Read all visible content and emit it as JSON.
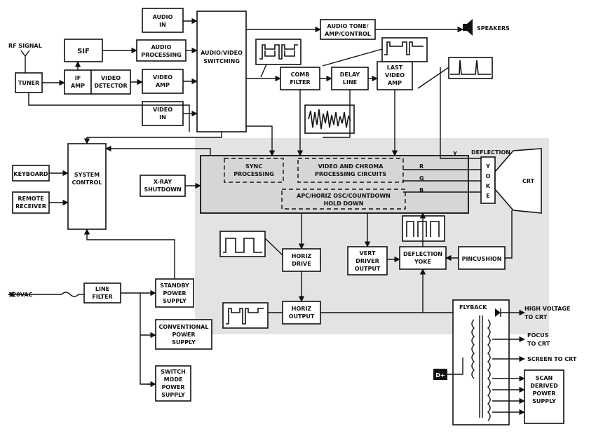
{
  "rf_signal": "RF SIGNAL",
  "blocks": {
    "tuner": "TUNER",
    "sif": "SIF",
    "if_amp": [
      "IF",
      "AMP"
    ],
    "video_detector": [
      "VIDEO",
      "DETECTOR"
    ],
    "audio_in": [
      "AUDIO",
      "IN"
    ],
    "audio_processing": [
      "AUDIO",
      "PROCESSING"
    ],
    "video_amp": [
      "VIDEO",
      "AMP"
    ],
    "video_in": [
      "VIDEO",
      "IN"
    ],
    "av_switching": [
      "AUDIO/VIDEO",
      "SWITCHING"
    ],
    "audio_tone": [
      "AUDIO TONE/",
      "AMP/CONTROL"
    ],
    "speakers": "SPEAKERS",
    "comb_filter": [
      "COMB",
      "FILTER"
    ],
    "delay_line": [
      "DELAY",
      "LINE"
    ],
    "last_video_amp": [
      "LAST",
      "VIDEO",
      "AMP"
    ],
    "system_control": [
      "SYSTEM",
      "CONTROL"
    ],
    "keyboard": "KEYBOARD",
    "remote_receiver": [
      "REMOTE",
      "RECEIVER"
    ],
    "xray_shutdown": [
      "X-RAY",
      "SHUTDOWN"
    ],
    "sync_processing": [
      "SYNC",
      "PROCESSING"
    ],
    "video_chroma": [
      "VIDEO AND CHROMA",
      "PROCESSING CIRCUITS"
    ],
    "apc_horiz": [
      "APC/HORIZ OSC/COUNTDOWN",
      "HOLD DOWN"
    ],
    "deflection": "DEFLECTION",
    "yoke_vertical": [
      "Y",
      "O",
      "K",
      "E"
    ],
    "crt": "CRT",
    "horiz_drive": [
      "HORIZ",
      "DRIVE"
    ],
    "vert_driver": [
      "VERT",
      "DRIVER",
      "OUTPUT"
    ],
    "deflection_yoke": [
      "DEFLECTION",
      "YOKE"
    ],
    "pincushion": "PINCUSHION",
    "horiz_output": [
      "HORIZ",
      "OUTPUT"
    ],
    "line_filter": [
      "LINE",
      "FILTER"
    ],
    "standby_ps": [
      "STANDBY",
      "POWER",
      "SUPPLY"
    ],
    "conventional_ps": [
      "CONVENTIONAL",
      "POWER",
      "SUPPLY"
    ],
    "switch_mode_ps": [
      "SWITCH",
      "MODE",
      "POWER",
      "SUPPLY"
    ],
    "flyback": "FLYBACK",
    "high_voltage": [
      "HIGH VOLTAGE",
      "TO CRT"
    ],
    "focus": [
      "FOCUS",
      "TO CRT"
    ],
    "screen": "SCREEN TO CRT",
    "scan_derived_ps": [
      "SCAN",
      "DERIVED",
      "POWER",
      "SUPPLY"
    ],
    "dplus": "D+",
    "ac_input": "120VAC"
  },
  "signal_labels": {
    "y": "Y",
    "r": "R",
    "g": "G",
    "b": "B"
  }
}
